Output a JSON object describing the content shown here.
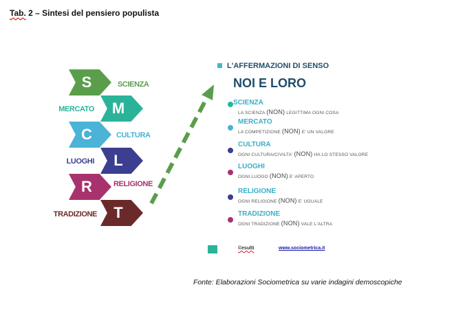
{
  "title_prefix": "Tab.",
  "title_rest": " 2 – Sintesi del pensiero populista",
  "acronym": [
    {
      "letter": "S",
      "label": "SCIENZA",
      "color": "#5a9e4b",
      "label_color": "#5a9e4b"
    },
    {
      "letter": "M",
      "label": "MERCATO",
      "color": "#2bb39a",
      "label_color": "#2bb39a"
    },
    {
      "letter": "C",
      "label": "CULTURA",
      "color": "#4ab3d6",
      "label_color": "#4ab3d6"
    },
    {
      "letter": "L",
      "label": "LUOGHI",
      "color": "#3c3f8f",
      "label_color": "#3c3f8f"
    },
    {
      "letter": "R",
      "label": "RELIGIONE",
      "color": "#a8326e",
      "label_color": "#a8326e"
    },
    {
      "letter": "T",
      "label": "TRADIZIONE",
      "color": "#6b2a2a",
      "label_color": "#6b2a2a"
    }
  ],
  "panel": {
    "heading": "L'AFFERMAZIONI DI SENSO",
    "title": "NOI E LORO",
    "items": [
      {
        "name": "SCIENZA",
        "pre": "LA SCIENZA ",
        "non": "(NON)",
        "post": " LEGITTIMA OGNI COSA",
        "dot_color": "#2bb39a"
      },
      {
        "name": "MERCATO",
        "pre": "LA COMPETIZIONE ",
        "non": "(NON)",
        "post": " E' UN VALORE",
        "dot_color": "#4ab3d6"
      },
      {
        "name": "CULTURA",
        "pre": "OGNI CULTURA/CIVILTA' ",
        "non": "(NON)",
        "post": " HA LO STESSO VALORE",
        "dot_color": "#3c3f8f"
      },
      {
        "name": "LUOGHI",
        "pre": "OGNI LUOGO ",
        "non": "(NON)",
        "post": " E' APERTO",
        "dot_color": "#a8326e"
      },
      {
        "name": "RELIGIONE",
        "pre": "OGNI RELIGIONE ",
        "non": "(NON)",
        "post": " E' UGUALE",
        "dot_color": "#3c3f8f"
      },
      {
        "name": "TRADIZIONE",
        "pre": "OGNI TRADIZIONE ",
        "non": "(NON)",
        "post": " VALE L'ALTRA",
        "dot_color": "#a8326e"
      }
    ]
  },
  "footer": {
    "left_text": "©esulti",
    "link_text": "www.sociometrica.it"
  },
  "source_note": "Fonte: Elaborazioni Sociometrica su varie indagini demoscopiche",
  "colors": {
    "arrow": "#5a9e4b",
    "heading": "#1f4e6b",
    "item_name": "#3aaec5",
    "legend_swatch": "#2bb39a"
  }
}
